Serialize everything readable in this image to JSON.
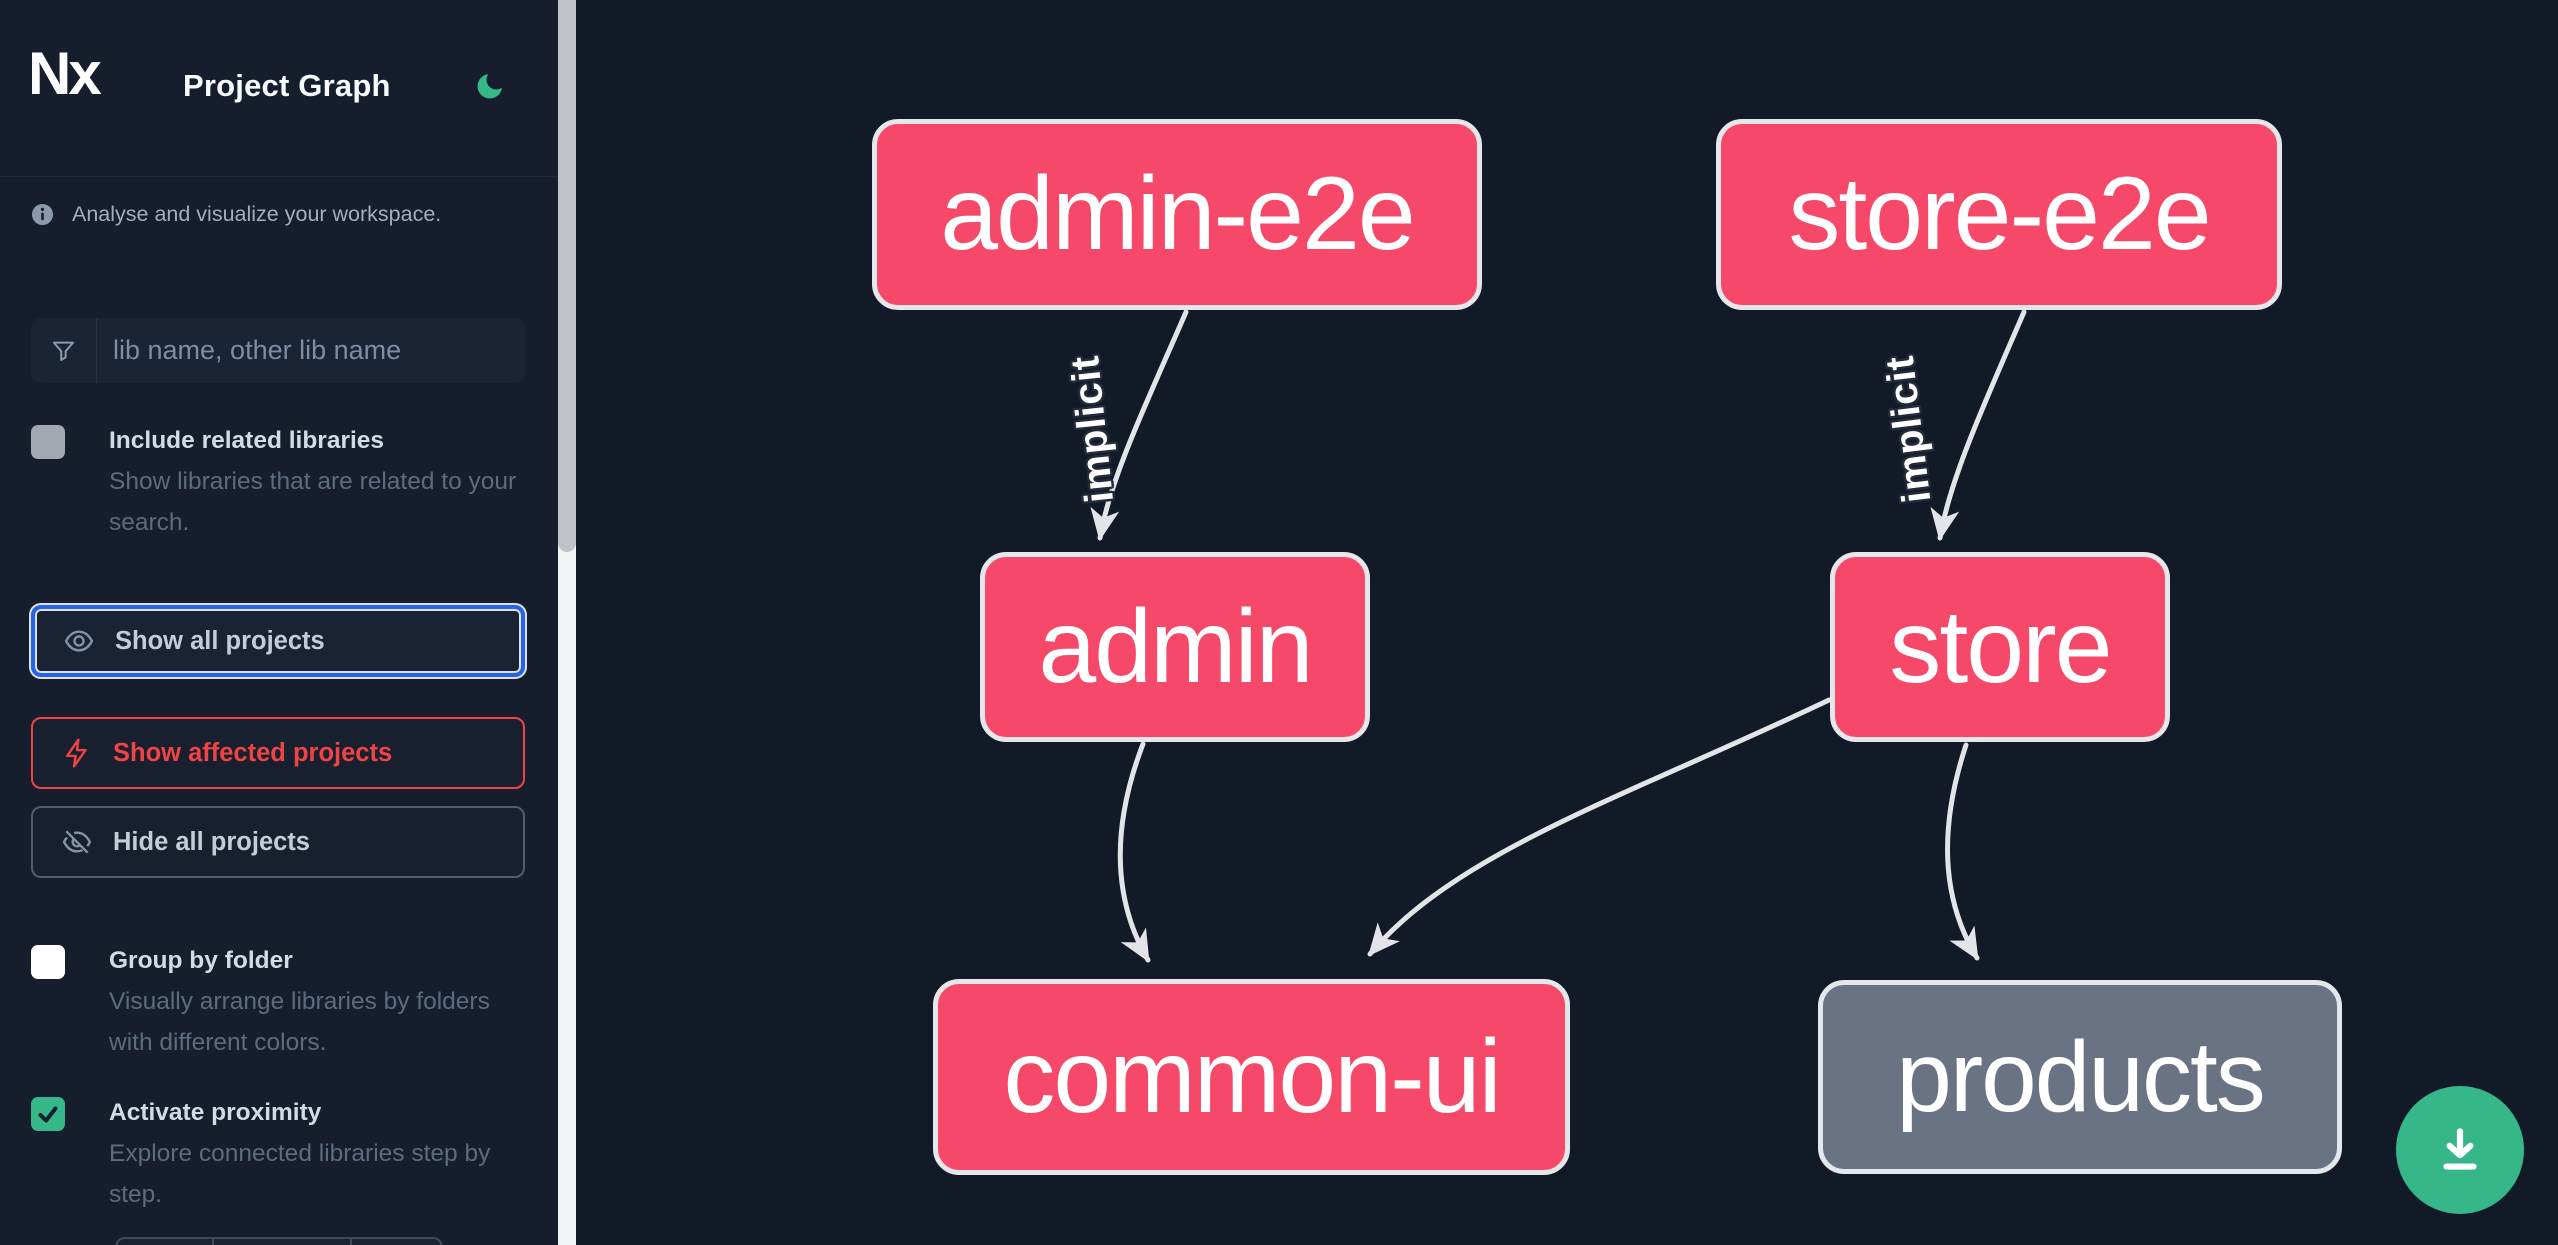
{
  "header": {
    "logo_text": "Nx",
    "title": "Project Graph",
    "theme_icon": "moon-icon"
  },
  "sidebar": {
    "tagline": "Analyse and visualize your workspace.",
    "search": {
      "placeholder": "lib name, other lib name",
      "icon": "funnel-icon"
    },
    "include_related": {
      "label": "Include related libraries",
      "description": "Show libraries that are related to your search.",
      "checked": false,
      "disabled": true
    },
    "actions": [
      {
        "label": "Show all projects",
        "icon": "eye-icon",
        "state": "focused"
      },
      {
        "label": "Show affected projects",
        "icon": "bolt-icon",
        "state": "danger"
      },
      {
        "label": "Hide all projects",
        "icon": "eye-off-icon",
        "state": "default"
      }
    ],
    "group_by_folder": {
      "label": "Group by folder",
      "description": "Visually arrange libraries by folders with different colors.",
      "checked": false
    },
    "activate_proximity": {
      "label": "Activate proximity",
      "description": "Explore connected libraries step by step.",
      "checked": true
    }
  },
  "graph": {
    "nodes": [
      {
        "id": "admin-e2e",
        "label": "admin-e2e",
        "color": "pink"
      },
      {
        "id": "store-e2e",
        "label": "store-e2e",
        "color": "pink"
      },
      {
        "id": "admin",
        "label": "admin",
        "color": "pink"
      },
      {
        "id": "store",
        "label": "store",
        "color": "pink"
      },
      {
        "id": "common-ui",
        "label": "common-ui",
        "color": "pink"
      },
      {
        "id": "products",
        "label": "products",
        "color": "gray"
      }
    ],
    "edges": [
      {
        "from": "admin-e2e",
        "to": "admin",
        "label": "implicit"
      },
      {
        "from": "store-e2e",
        "to": "store",
        "label": "implicit"
      },
      {
        "from": "admin",
        "to": "common-ui",
        "label": ""
      },
      {
        "from": "store",
        "to": "common-ui",
        "label": ""
      },
      {
        "from": "store",
        "to": "products",
        "label": ""
      }
    ]
  },
  "fab": {
    "icon": "download-icon"
  },
  "colors": {
    "node_pink": "#f6496a",
    "node_gray": "#697384",
    "accent_green": "#35b78a",
    "focus_blue": "#2563eb",
    "danger_red": "#ef4444",
    "edge_gray": "#e3e4e8",
    "sidebar_bg": "#161e2d",
    "canvas_bg": "#121927"
  }
}
